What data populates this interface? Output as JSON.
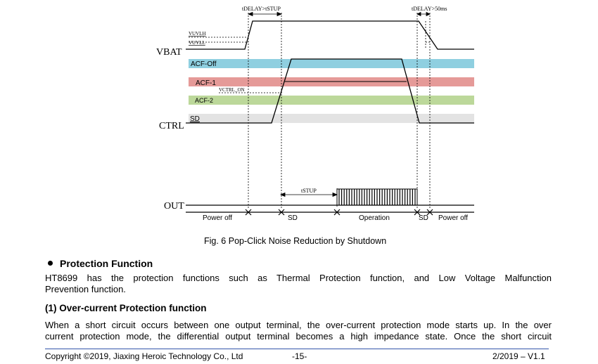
{
  "diagram": {
    "signals": {
      "vbat": "VBAT",
      "ctrl": "CTRL",
      "out": "OUT"
    },
    "thresholds": {
      "vuvlh": "VUVLH",
      "vuvll": "VUVLL",
      "vctrl": "VCTRL_ON"
    },
    "timing": {
      "top_left": "tDELAY>tSTUP",
      "top_right": "tDELAY>50ms",
      "tstup": "tSTUP"
    },
    "bands": [
      {
        "label": "ACF-Off",
        "color": "#8fcfe0"
      },
      {
        "label": "ACF-1",
        "color": "#e59a98"
      },
      {
        "label": "ACF-2",
        "color": "#bcd89a"
      },
      {
        "label": "SD",
        "color": "#e3e3e3"
      }
    ],
    "states": [
      "Power off",
      "SD",
      "Operation",
      "SD",
      "Power off"
    ]
  },
  "caption": "Fig. 6 Pop-Click Noise Reduction by Shutdown",
  "section": {
    "heading": "Protection Function",
    "paragraph_lines": [
      "HT8699 has the protection functions such as Thermal Protection function, and Low Voltage Malfunction",
      "Prevention function."
    ]
  },
  "subsection": {
    "heading": "(1) Over-current Protection function",
    "paragraph_lines": [
      "When a short circuit occurs between one output terminal, the over-current protection mode starts up. In the over",
      "current protection mode, the differential output terminal becomes a high impedance state. Once the short circuit"
    ]
  },
  "footer": {
    "copyright": "Copyright ©2019, Jiaxing Heroic Technology Co., Ltd",
    "page": "-15-",
    "version": "2/2019 – V1.1"
  },
  "colors": {
    "footer_rule": "#3355aa"
  }
}
